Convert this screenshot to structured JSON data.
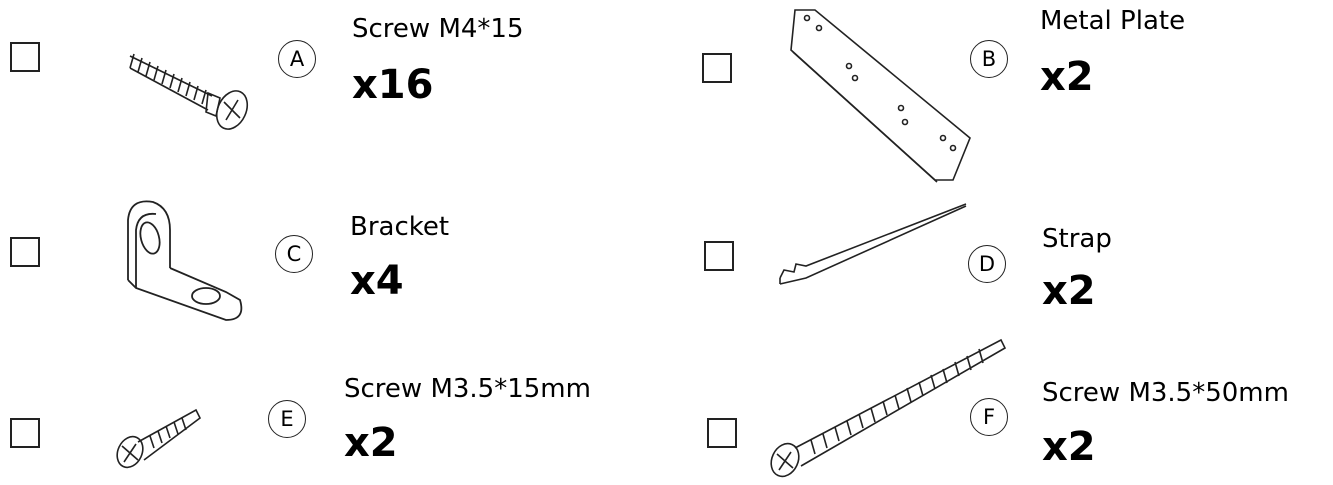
{
  "items": [
    {
      "letter": "A",
      "name": "Screw M4*15",
      "qty": "x16",
      "icon": "screw-m4-icon"
    },
    {
      "letter": "B",
      "name": "Metal Plate",
      "qty": "x2",
      "icon": "metal-plate-icon"
    },
    {
      "letter": "C",
      "name": "Bracket",
      "qty": "x4",
      "icon": "bracket-icon"
    },
    {
      "letter": "D",
      "name": "Strap",
      "qty": "x2",
      "icon": "strap-icon"
    },
    {
      "letter": "E",
      "name": "Screw M3.5*15mm",
      "qty": "x2",
      "icon": "screw-short-icon"
    },
    {
      "letter": "F",
      "name": "Screw M3.5*50mm",
      "qty": "x2",
      "icon": "screw-long-icon"
    }
  ]
}
